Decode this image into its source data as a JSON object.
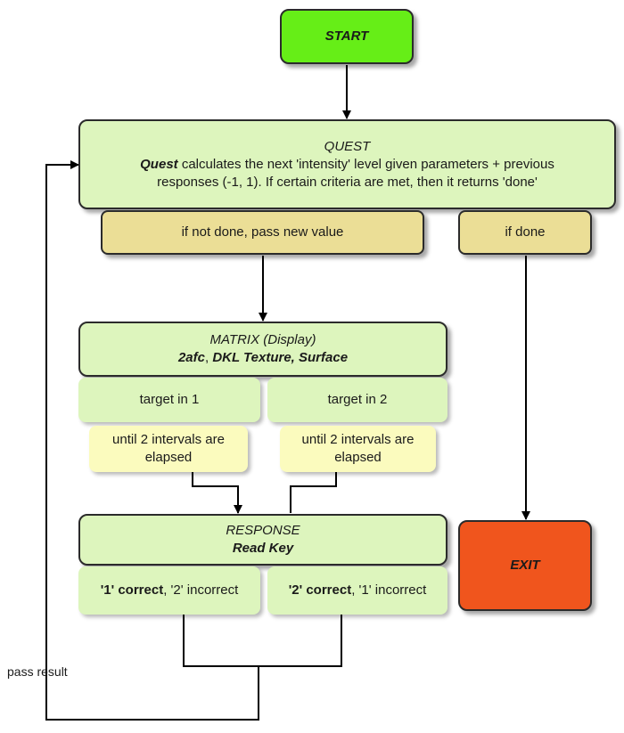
{
  "start": {
    "label": "START"
  },
  "quest": {
    "title": "QUEST",
    "desc_bold": "Quest",
    "desc_line1": " calculates the next 'intensity' level given parameters + previous",
    "desc_line2": "responses (-1, 1). If certain criteria are met, then it returns 'done'"
  },
  "branch_not_done": {
    "label": "if not done, pass new value"
  },
  "branch_done": {
    "label": "if done"
  },
  "matrix": {
    "title": "MATRIX (Display)",
    "item1": "2afc",
    "sep1": ", ",
    "item2": "DKL Texture, Surface"
  },
  "target1": {
    "label": "target in 1"
  },
  "target2": {
    "label": "target in 2"
  },
  "interval1": {
    "line1": "until 2 intervals are",
    "line2": "elapsed"
  },
  "interval2": {
    "line1": "until 2 intervals are",
    "line2": "elapsed"
  },
  "response": {
    "title": "RESPONSE",
    "subtitle": "Read Key"
  },
  "result1": {
    "bold": "'1' correct",
    "rest": ", '2' incorrect"
  },
  "result2": {
    "bold": "'2' correct",
    "rest": ", '1' incorrect"
  },
  "exit": {
    "label": "EXIT"
  },
  "loop": {
    "label": "pass result"
  },
  "colors": {
    "start": "#66ee17",
    "exit": "#f0551d",
    "process": "#ddf5bd",
    "branch": "#ebde96",
    "interval": "#fbfbbe",
    "line": "#000000"
  }
}
